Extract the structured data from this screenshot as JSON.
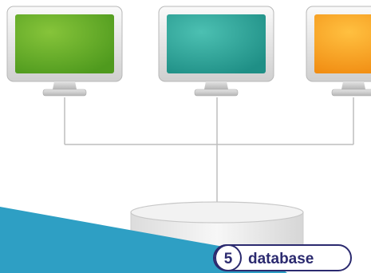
{
  "diagram": {
    "monitors": [
      {
        "name": "monitor-green",
        "screen_color": "#4f9a1e",
        "screen_highlight": "#86c43a"
      },
      {
        "name": "monitor-teal",
        "screen_color": "#1f8f86",
        "screen_highlight": "#4cc0b2"
      },
      {
        "name": "monitor-orange",
        "screen_color": "#f08a10",
        "screen_highlight": "#ffc040"
      }
    ],
    "connector_color": "#bdbdbd",
    "database_color": "#f2f2f2",
    "banner_color": "#2e9fc4",
    "label": {
      "number": "5",
      "text": "database",
      "border_color": "#2b2a6f"
    }
  }
}
